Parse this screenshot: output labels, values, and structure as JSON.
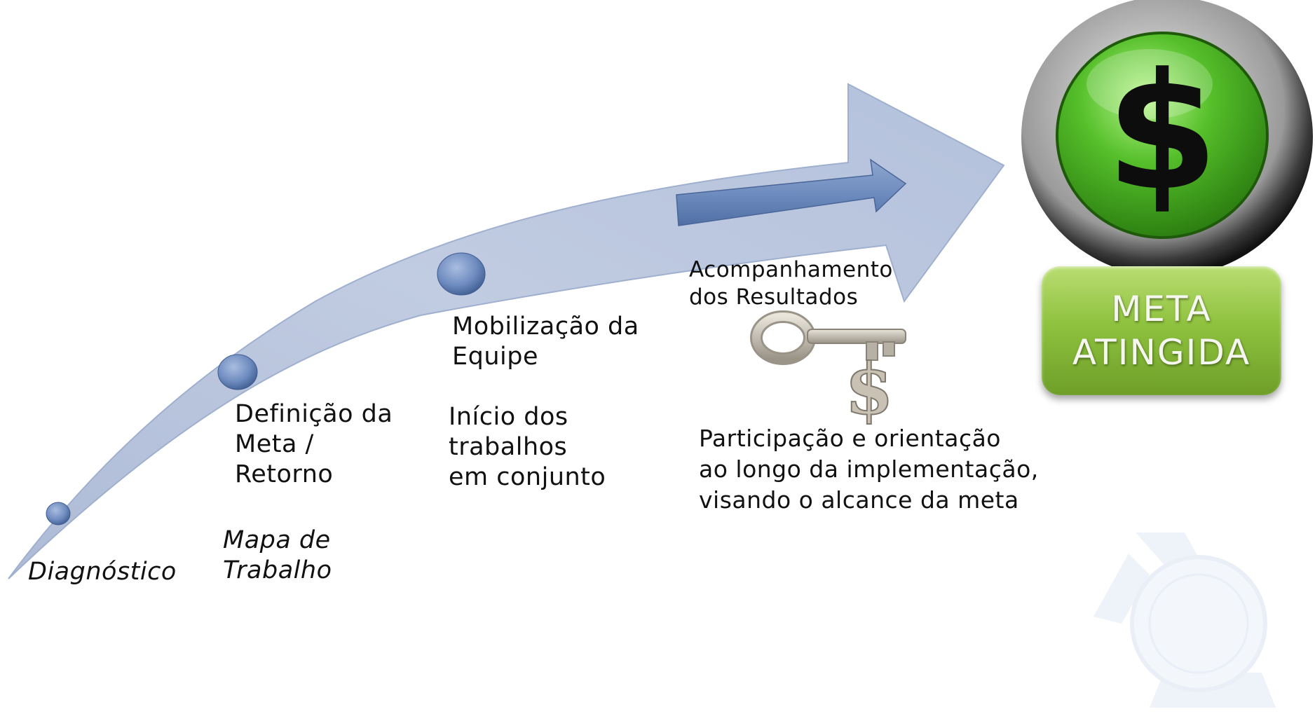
{
  "stages": {
    "diagnostico": "Diagnóstico",
    "definicao": "Definição da\nMeta /\nRetorno",
    "mapa": "Mapa de\nTrabalho",
    "mobilizacao": "Mobilização da\nEquipe",
    "inicio": "Início dos\ntrabalhos\nem conjunto",
    "acompanhamento": "Acompanhamento\ndos Resultados",
    "participacao": "Participação e orientação\nao longo da implementação,\nvisando o alcance da meta"
  },
  "goal": {
    "line1": "META",
    "line2": "ATINGIDA",
    "coin_symbol": "$",
    "key_tag_symbol": "$"
  },
  "colors": {
    "arrow": "#b7c4dd",
    "arrow_edge": "#8ea1c2",
    "milestone": "#6f8cc0",
    "badge": "#8fc23f",
    "coin": "#4fb82a"
  },
  "icons": [
    "milestone-dot",
    "small-arrow",
    "key-icon",
    "dollar-coin-icon",
    "watermark-seal"
  ]
}
